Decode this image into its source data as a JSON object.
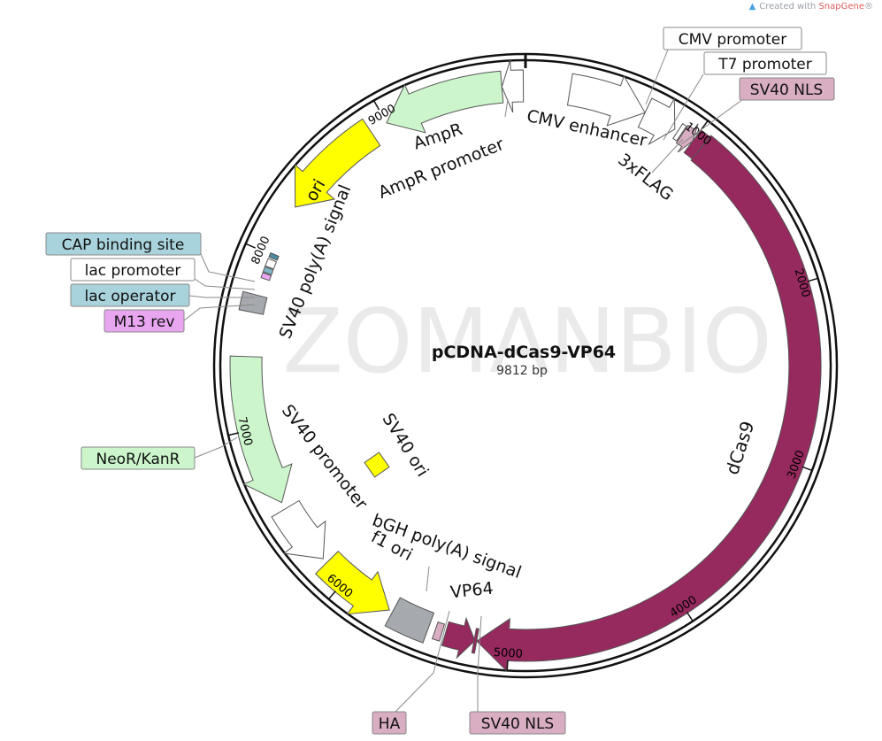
{
  "watermark": {
    "prefix": "Created with ",
    "brand": "SnapGene",
    "suffix": "®"
  },
  "plasmid": {
    "name": "pCDNA-dCas9-VP64",
    "size": "9812 bp",
    "overlay": "ZOMANBIO"
  },
  "ticks": {
    "t1000": "1000",
    "t2000": "2000",
    "t3000": "3000",
    "t4000": "4000",
    "t5000": "5000",
    "t6000": "6000",
    "t7000": "7000",
    "t8000": "8000",
    "t9000": "9000"
  },
  "features": {
    "cmv_promoter": "CMV promoter",
    "t7_promoter": "T7 promoter",
    "sv40_nls_top": "SV40 NLS",
    "cmv_enhancer": "CMV enhancer",
    "flag": "3xFLAG",
    "dcas9": "dCas9",
    "vp64": "VP64",
    "bgh_polya": "bGH poly(A) signal",
    "ha": "HA",
    "sv40_nls_bottom": "SV40 NLS",
    "f1_ori": "f1 ori",
    "sv40_promoter": "SV40 promoter",
    "sv40_ori": "SV40 ori",
    "neor_kanr": "NeoR/KanR",
    "sv40_polya": "SV40 poly(A) signal",
    "cap_site": "CAP binding site",
    "lac_promoter": "lac promoter",
    "lac_operator": "lac operator",
    "m13_rev": "M13 rev",
    "ori": "ori",
    "ampr": "AmpR",
    "ampr_promoter": "AmpR promoter"
  },
  "colors": {
    "dcas9": "#96295e",
    "nls": "#d9aec3",
    "ori": "#ffff00",
    "ampr": "#ccf5cc",
    "neor": "#ccf5cc",
    "gray": "#a6a9ae",
    "lac_box": "#a9d3dc",
    "m13_box": "#e8a6f0"
  }
}
